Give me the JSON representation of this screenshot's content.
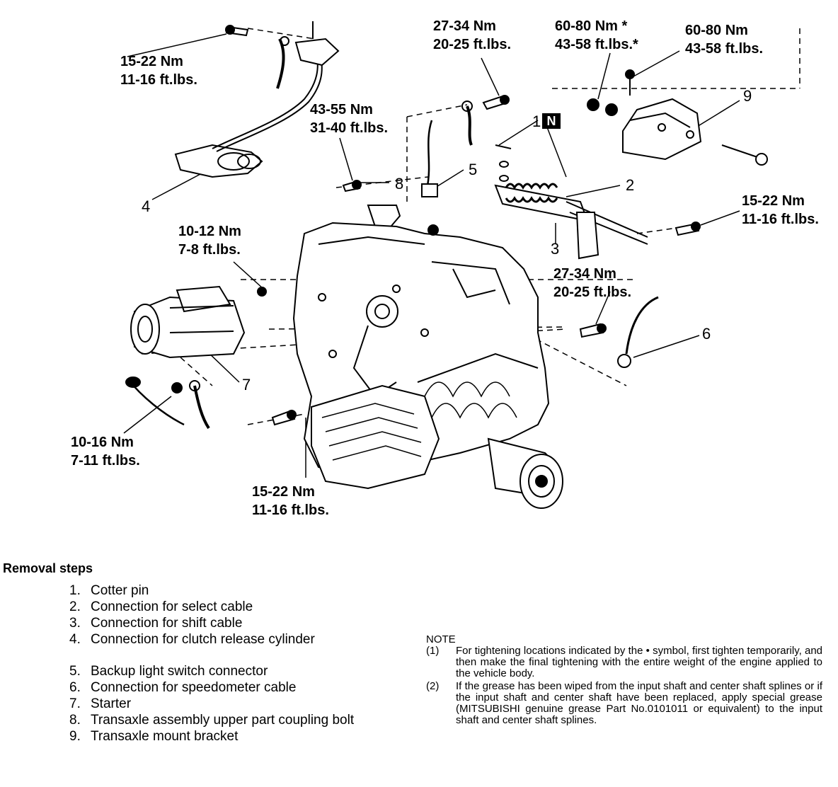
{
  "labels": {
    "t1": {
      "nm": "15-22 Nm",
      "ft": "11-16 ft.lbs."
    },
    "t2": {
      "nm": "27-34 Nm",
      "ft": "20-25 ft.lbs."
    },
    "t3": {
      "nm": "60-80 Nm *",
      "ft": "43-58 ft.lbs.*"
    },
    "t4": {
      "nm": "60-80 Nm",
      "ft": "43-58 ft.lbs."
    },
    "t5": {
      "nm": "43-55 Nm",
      "ft": "31-40 ft.lbs."
    },
    "t6": {
      "nm": "15-22 Nm",
      "ft": "11-16 ft.lbs."
    },
    "t7": {
      "nm": "10-12 Nm",
      "ft": "7-8 ft.lbs."
    },
    "t8": {
      "nm": "27-34 Nm",
      "ft": "20-25 ft.lbs."
    },
    "t9": {
      "nm": "10-16 Nm",
      "ft": "7-11 ft.lbs."
    },
    "t10": {
      "nm": "15-22 Nm",
      "ft": "11-16 ft.lbs."
    }
  },
  "callouts": {
    "c1": "1",
    "c1_box": "N",
    "c2": "2",
    "c3": "3",
    "c4": "4",
    "c5": "5",
    "c6": "6",
    "c7": "7",
    "c8": "8",
    "c9": "9"
  },
  "removal": {
    "title": "Removal steps",
    "steps": [
      {
        "n": "1.",
        "text": "Cotter pin"
      },
      {
        "n": "2.",
        "text": "Connection for select cable"
      },
      {
        "n": "3.",
        "text": "Connection for shift cable"
      },
      {
        "n": "4.",
        "text": "Connection for clutch release cylinder"
      },
      {
        "n": "5.",
        "text": "Backup light switch connector"
      },
      {
        "n": "6.",
        "text": "Connection for speedometer cable"
      },
      {
        "n": "7.",
        "text": "Starter"
      },
      {
        "n": "8.",
        "text": "Transaxle assembly upper part coupling bolt"
      },
      {
        "n": "9.",
        "text": "Transaxle mount bracket"
      }
    ]
  },
  "note": {
    "title": "NOTE",
    "items": [
      {
        "marker": "(1)",
        "text": "For tightening locations indicated by the • symbol, first tighten temporarily, and then make the final tightening with the entire weight of the engine applied to the vehicle body."
      },
      {
        "marker": "(2)",
        "text": "If the grease has been wiped from the input shaft and center shaft splines or if the input shaft and center shaft have been replaced, apply special grease (MITSUBISHI genuine grease Part No.0101011 or equivalent) to the input shaft and center shaft splines."
      }
    ]
  }
}
